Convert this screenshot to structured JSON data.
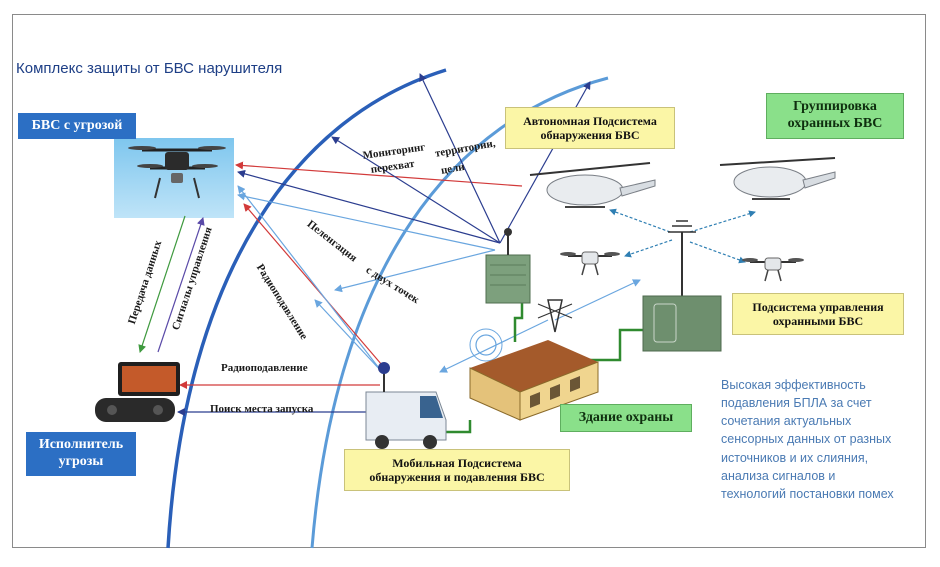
{
  "diagram": {
    "title": "Комплекс защиты от БВС нарушителя",
    "boxes": {
      "threat_uav": "БВС с угрозой",
      "threat_operator": [
        "Исполнитель",
        "угрозы"
      ],
      "autonomous_subsystem": [
        "Автономная Подсистема",
        "обнаружения БВС"
      ],
      "guard_uav_group": [
        "Группировка",
        "охранных БВС"
      ],
      "control_subsystem": [
        "Подсистема управления",
        "охранными БВС"
      ],
      "guard_building": "Здание охраны",
      "mobile_subsystem": [
        "Мобильная Подсистема",
        "обнаружения и подавления БВС"
      ]
    },
    "links": {
      "data_transfer": "Передача данных",
      "control_signals": "Сигналы управления",
      "radio_suppression_1": "Радиоподавление",
      "radio_suppression_2": "Радиоподавление",
      "launch_site_search": "Поиск места запуска",
      "direction_finding": "Пеленгация",
      "two_points": "с двух точек",
      "monitoring": "Мониторинг",
      "interception": "перехват",
      "territory": "территории,",
      "targets": "цели"
    },
    "note_lines": [
      "Высокая эффективность",
      "подавления БПЛА за счет",
      "сочетания актуальных",
      "сенсорных данных от разных",
      "источников и их слияния,",
      "анализа сигналов и",
      "технологий постановки помех"
    ],
    "colors": {
      "blue_box": "#2c6fc4",
      "yellow_box": "#fbf6a6",
      "green_box": "#8ae08a",
      "arc_dark": "#2a5fb8",
      "arc_light": "#5b9bd8",
      "arrow_red": "#d23a3a",
      "arrow_navy": "#2b3d8f",
      "arrow_green": "#3f9a3f",
      "cable_green": "#2f8a2f",
      "note_text": "#4a7ab3"
    },
    "icons": [
      "quadcopter-threat-icon",
      "remote-controller-icon",
      "helicopter-drone-icon",
      "small-quadcopter-icon",
      "control-antenna-icon",
      "control-cabinet-icon",
      "detection-container-icon",
      "radio-tower-icon",
      "guard-building-icon",
      "mobile-van-icon"
    ]
  }
}
